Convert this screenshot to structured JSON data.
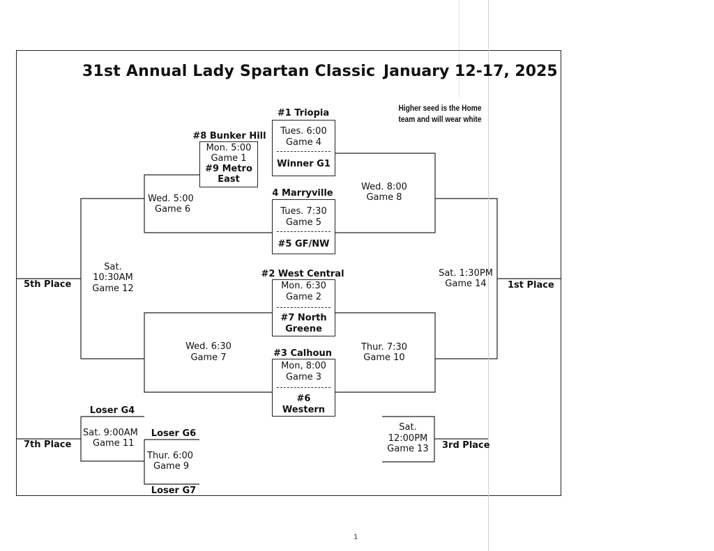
{
  "header": {
    "title": "31st Annual Lady Spartan Classic",
    "dates": "January 12-17, 2025",
    "note_line1": "Higher seed is the Home",
    "note_line2": "team and will wear white"
  },
  "game4": {
    "team_top": "#1 Triopia",
    "time": "Tues. 6:00",
    "game": "Game 4",
    "team_bottom": "Winner G1"
  },
  "game1": {
    "team_top": "#8 Bunker Hill",
    "time": "Mon. 5:00",
    "game": "Game 1",
    "team_bottom_1": "#9 Metro",
    "team_bottom_2": "East"
  },
  "game5": {
    "team_top": "4 Marryville",
    "time": "Tues. 7:30",
    "game": "Game 5",
    "team_bottom": "#5 GF/NW"
  },
  "game2": {
    "team_top": "#2 West Central",
    "time": "Mon. 6:30",
    "game": "Game 2",
    "team_bottom_1": "#7 North",
    "team_bottom_2": "Greene"
  },
  "game3": {
    "team_top": "#3 Calhoun",
    "time": "Mon, 8:00",
    "game": "Game 3",
    "team_bottom_1": "#6",
    "team_bottom_2": "Western"
  },
  "game6": {
    "time": "Wed. 5:00",
    "game": "Game 6"
  },
  "game8": {
    "time": "Wed. 8:00",
    "game": "Game 8"
  },
  "game7": {
    "time": "Wed. 6:30",
    "game": "Game 7"
  },
  "game10": {
    "time": "Thur. 7:30",
    "game": "Game 10"
  },
  "game12": {
    "time_1": "Sat.",
    "time_2": "10:30AM",
    "game": "Game 12",
    "place": "5th Place"
  },
  "game14": {
    "time": "Sat. 1:30PM",
    "game": "Game 14",
    "place": "1st Place"
  },
  "game11": {
    "team_top": "Loser G4",
    "time": "Sat. 9:00AM",
    "game": "Game 11",
    "place": "7th Place"
  },
  "game9": {
    "team_top": "Loser G6",
    "time": "Thur. 6:00",
    "game": "Game 9",
    "team_bottom": "Loser G7"
  },
  "game13": {
    "time_1": "Sat.",
    "time_2": "12:00PM",
    "game": "Game 13",
    "place": "3rd Place"
  },
  "page_number": "1"
}
